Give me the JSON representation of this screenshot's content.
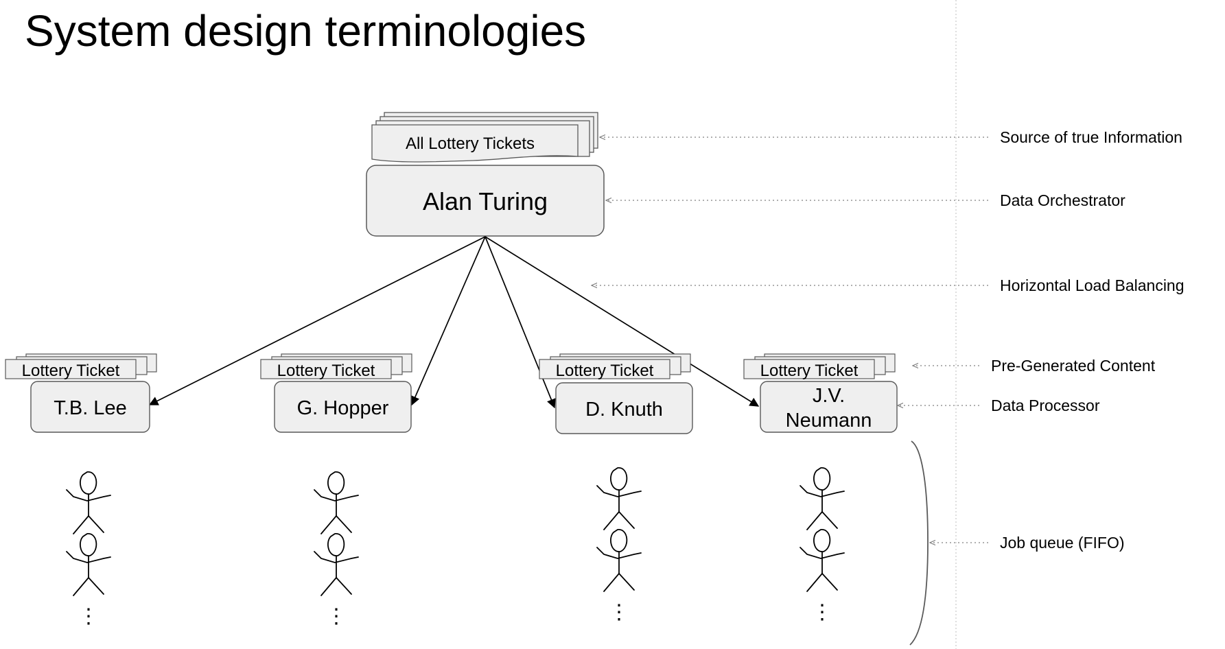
{
  "title": "System design terminologies",
  "master": {
    "stack_label": "All Lottery Tickets",
    "name": "Alan Turing"
  },
  "workers": [
    {
      "stack_label": "Lottery Ticket",
      "name_lines": [
        "T.B. Lee"
      ]
    },
    {
      "stack_label": "Lottery Ticket",
      "name_lines": [
        "G. Hopper"
      ]
    },
    {
      "stack_label": "Lottery Ticket",
      "name_lines": [
        "D. Knuth"
      ]
    },
    {
      "stack_label": "Lottery Ticket",
      "name_lines": [
        "J.V.",
        "Neumann"
      ]
    }
  ],
  "queue_ellipsis": "⋮",
  "annotations": [
    {
      "key": "source",
      "text": "Source of true Information"
    },
    {
      "key": "orchestrator",
      "text": "Data Orchestrator"
    },
    {
      "key": "load-balancing",
      "text": "Horizontal  Load Balancing"
    },
    {
      "key": "pregenerated",
      "text": "Pre-Generated Content"
    },
    {
      "key": "processor",
      "text": "Data Processor"
    },
    {
      "key": "job-queue",
      "text": "Job queue (FIFO)"
    }
  ],
  "colors": {
    "box_fill": "#efefef",
    "box_stroke": "#595959",
    "line": "#000000",
    "dotted": "#7f7f7f"
  }
}
